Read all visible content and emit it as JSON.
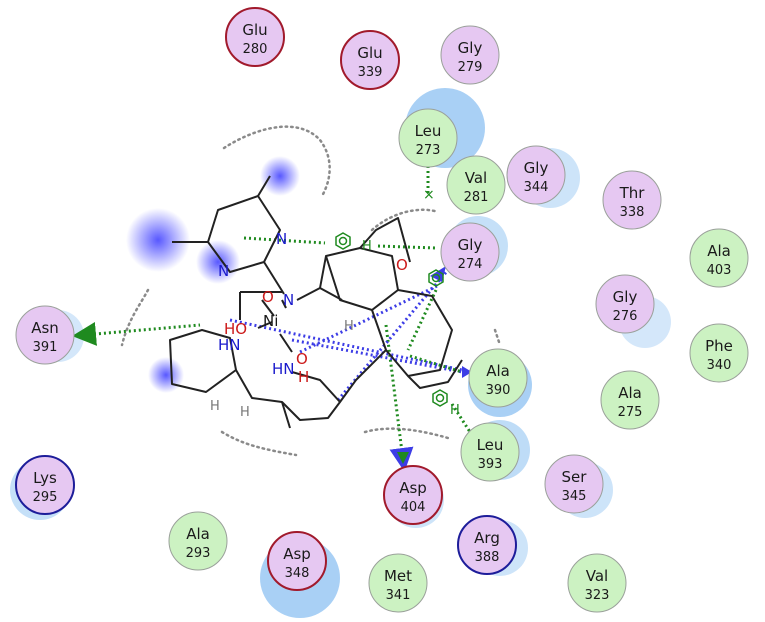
{
  "colors": {
    "polar_fill": "#e6c8f2",
    "hydrophobic_fill": "#ccf2c2",
    "acidic_stroke": "#a11a2c",
    "basic_stroke": "#1d1d9a",
    "neutral_stroke": "#9aa09a",
    "exposure_halo": "#6fb1ee",
    "hbond_green": "#1f8a1f",
    "pi_blue": "#3d3de6",
    "nitrogen": "#1a1acc",
    "oxygen": "#cc1a1a"
  },
  "residues": [
    {
      "id": "glu280",
      "name": "Glu",
      "num": "280",
      "kind": "polar",
      "charge": "acidic"
    },
    {
      "id": "glu339",
      "name": "Glu",
      "num": "339",
      "kind": "polar",
      "charge": "acidic"
    },
    {
      "id": "gly279",
      "name": "Gly",
      "num": "279",
      "kind": "polar",
      "charge": "none"
    },
    {
      "id": "leu273",
      "name": "Leu",
      "num": "273",
      "kind": "hydrophobic",
      "charge": "none"
    },
    {
      "id": "val281",
      "name": "Val",
      "num": "281",
      "kind": "hydrophobic",
      "charge": "none"
    },
    {
      "id": "gly344",
      "name": "Gly",
      "num": "344",
      "kind": "polar",
      "charge": "none"
    },
    {
      "id": "thr338",
      "name": "Thr",
      "num": "338",
      "kind": "polar",
      "charge": "none"
    },
    {
      "id": "gly274",
      "name": "Gly",
      "num": "274",
      "kind": "polar",
      "charge": "none"
    },
    {
      "id": "ala403",
      "name": "Ala",
      "num": "403",
      "kind": "hydrophobic",
      "charge": "none"
    },
    {
      "id": "gly276",
      "name": "Gly",
      "num": "276",
      "kind": "polar",
      "charge": "none"
    },
    {
      "id": "asn391",
      "name": "Asn",
      "num": "391",
      "kind": "polar",
      "charge": "none"
    },
    {
      "id": "phe340",
      "name": "Phe",
      "num": "340",
      "kind": "hydrophobic",
      "charge": "none"
    },
    {
      "id": "ala390",
      "name": "Ala",
      "num": "390",
      "kind": "hydrophobic",
      "charge": "none"
    },
    {
      "id": "ala275",
      "name": "Ala",
      "num": "275",
      "kind": "hydrophobic",
      "charge": "none"
    },
    {
      "id": "leu393",
      "name": "Leu",
      "num": "393",
      "kind": "hydrophobic",
      "charge": "none"
    },
    {
      "id": "lys295",
      "name": "Lys",
      "num": "295",
      "kind": "polar",
      "charge": "basic"
    },
    {
      "id": "ser345",
      "name": "Ser",
      "num": "345",
      "kind": "polar",
      "charge": "none"
    },
    {
      "id": "asp404",
      "name": "Asp",
      "num": "404",
      "kind": "polar",
      "charge": "acidic"
    },
    {
      "id": "ala293",
      "name": "Ala",
      "num": "293",
      "kind": "hydrophobic",
      "charge": "none"
    },
    {
      "id": "arg388",
      "name": "Arg",
      "num": "388",
      "kind": "polar",
      "charge": "basic"
    },
    {
      "id": "asp348",
      "name": "Asp",
      "num": "348",
      "kind": "polar",
      "charge": "acidic"
    },
    {
      "id": "met341",
      "name": "Met",
      "num": "341",
      "kind": "hydrophobic",
      "charge": "none"
    },
    {
      "id": "val323",
      "name": "Val",
      "num": "323",
      "kind": "hydrophobic",
      "charge": "none"
    }
  ],
  "ligand": {
    "atoms": {
      "n_pyrimidine_1": "N",
      "n_pyrimidine_2": "N",
      "n_imine": "N",
      "o_ring": "O",
      "o_ketone": "O",
      "o_hydroxyl_1": "HO",
      "o_hydroxyl_2": "O",
      "h_hydroxyl_2": "H",
      "metal": "Ni",
      "nh_1": "HN",
      "nh_2": "HN",
      "h_stereo_1": "H",
      "h_stereo_2": "H",
      "h_stereo_3": "H",
      "h_contact_1": "H",
      "h_contact_2": "H"
    }
  }
}
